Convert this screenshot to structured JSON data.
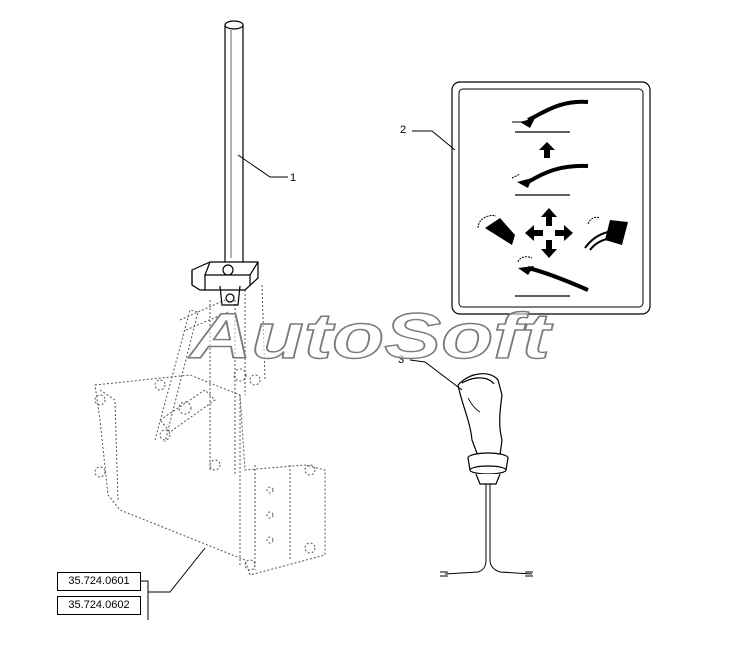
{
  "callouts": [
    {
      "label": "1",
      "part": "lever"
    },
    {
      "label": "2",
      "part": "decal"
    },
    {
      "label": "3",
      "part": "knob"
    }
  ],
  "references": [
    "35.724.0601",
    "35.724.0602"
  ],
  "watermark": "AutoSoft",
  "colors": {
    "line": "#000000",
    "dashed": "#444444",
    "watermark_stroke": "#7a7a7a"
  }
}
